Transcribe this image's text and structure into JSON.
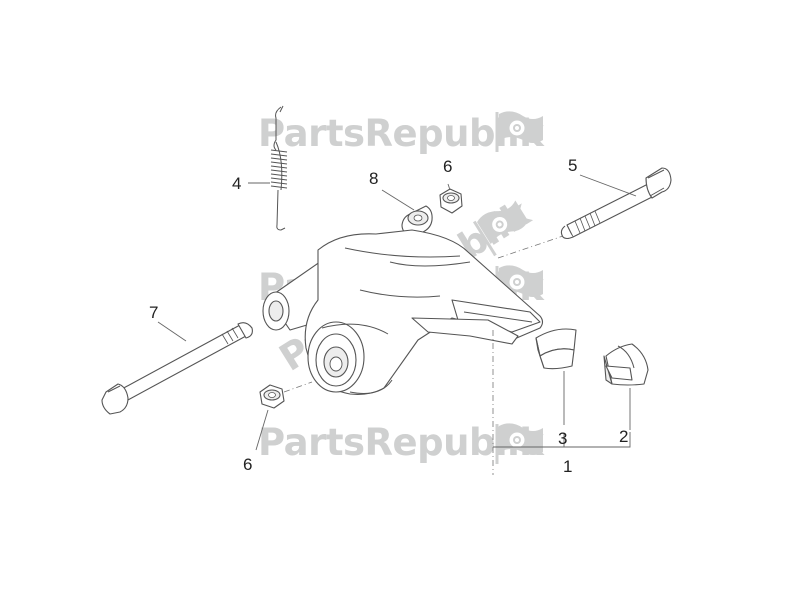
{
  "watermark": {
    "text": "PartsRepublik",
    "icon": "gear-flag-icon",
    "color": "#cfd0d0"
  },
  "callouts": {
    "c1": "1",
    "c2": "2",
    "c3": "3",
    "c4": "4",
    "c5": "5",
    "c6a": "6",
    "c6b": "6",
    "c7": "7",
    "c8": "8"
  },
  "parts": [
    {
      "ref": "1",
      "name": "swing-arm-assembly"
    },
    {
      "ref": "2",
      "name": "rubber-buffer"
    },
    {
      "ref": "3",
      "name": "rubber-bushing"
    },
    {
      "ref": "4",
      "name": "spring"
    },
    {
      "ref": "5",
      "name": "bolt"
    },
    {
      "ref": "6",
      "name": "nut"
    },
    {
      "ref": "7",
      "name": "long-bolt"
    },
    {
      "ref": "8",
      "name": "spacer"
    }
  ]
}
